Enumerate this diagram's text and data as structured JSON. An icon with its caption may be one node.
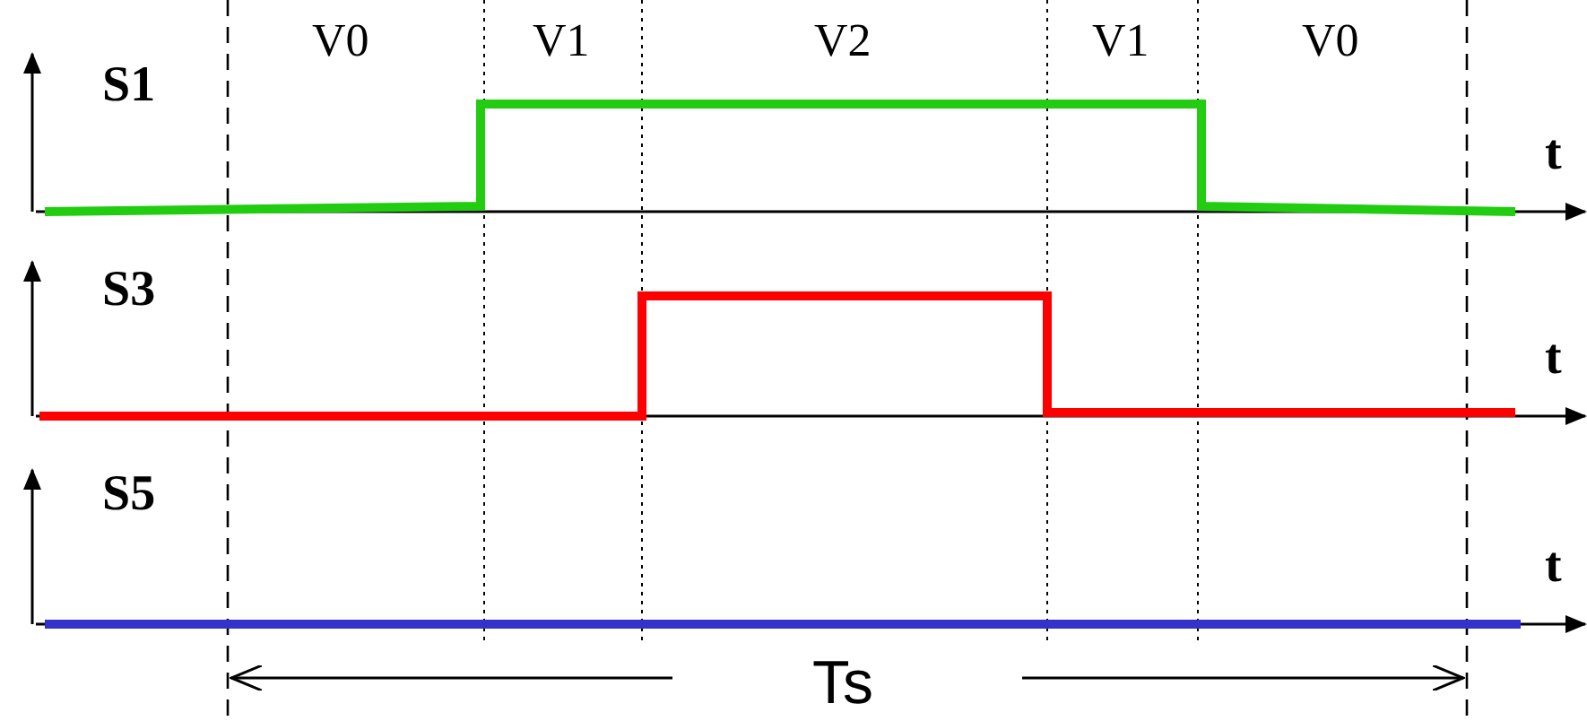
{
  "diagram": {
    "labels": [
      "V0",
      "V1",
      "V2",
      "V1",
      "V0",
      "S1",
      "t",
      "S3",
      "t",
      "S5",
      "t",
      "Ts"
    ]
  }
}
